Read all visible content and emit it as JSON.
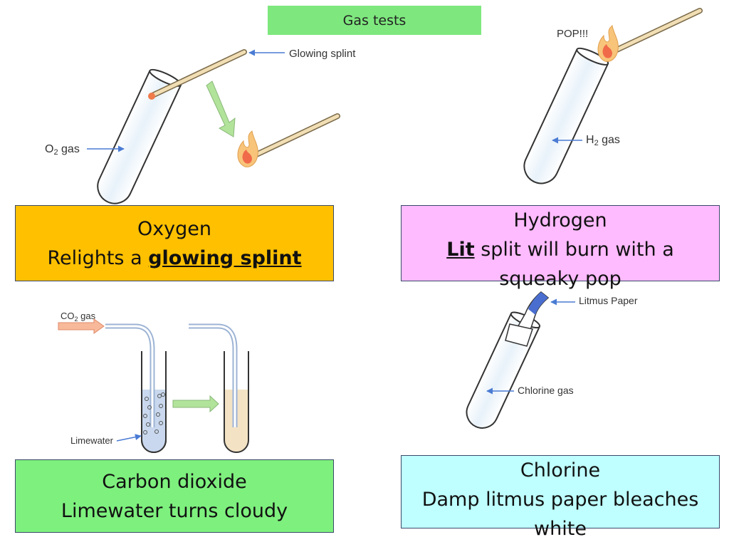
{
  "title": "Gas tests",
  "oxygen": {
    "heading": "Oxygen",
    "test_prefix": "Relights a ",
    "test_emphasis": "glowing splint",
    "illustration": {
      "splint_label": "Glowing splint",
      "gas_label_main": "O",
      "gas_label_sub": "2",
      "gas_label_rest": " gas"
    }
  },
  "hydrogen": {
    "heading": "Hydrogen",
    "test_emphasis": "Lit",
    "test_rest": " split will burn with a",
    "test_line3": "squeaky pop",
    "illustration": {
      "pop_label": "POP!!!",
      "gas_label_main": "H",
      "gas_label_sub": "2",
      "gas_label_rest": " gas"
    }
  },
  "carbon_dioxide": {
    "heading": "Carbon dioxide",
    "test": "Limewater turns cloudy",
    "illustration": {
      "gas_label_main": "CO",
      "gas_label_sub": "2",
      "gas_label_rest": " gas",
      "limewater_label": "Limewater"
    }
  },
  "chlorine": {
    "heading": "Chlorine",
    "test_line2": "Damp litmus paper bleaches",
    "test_line3": "white",
    "illustration": {
      "paper_label": "Litmus Paper",
      "gas_label": "Chlorine gas"
    }
  },
  "colors": {
    "title_bg": "#7ee87e",
    "oxygen_bg": "#ffc000",
    "hydrogen_bg": "#ffbbff",
    "co2_bg": "#7ef07e",
    "chlorine_bg": "#bfffff"
  }
}
